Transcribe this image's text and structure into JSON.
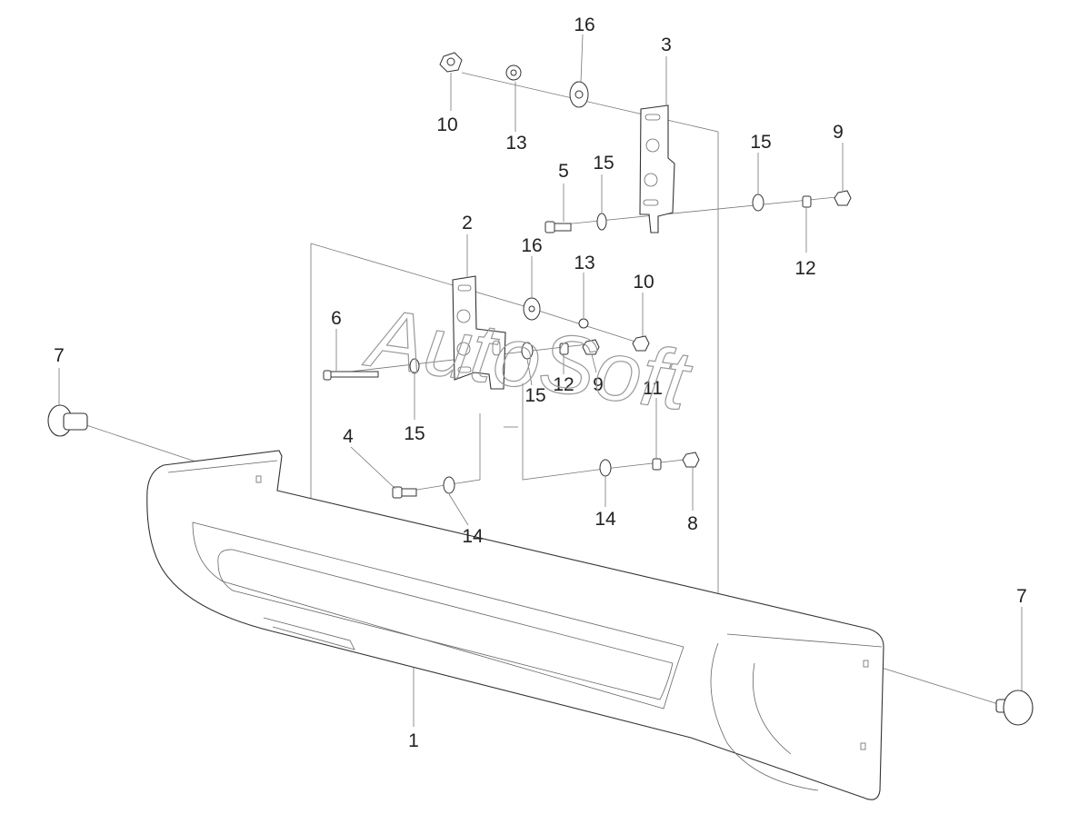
{
  "watermark": "AutoSoft",
  "callouts": [
    {
      "id": "bumper",
      "label": "1"
    },
    {
      "id": "bracket-left",
      "label": "2"
    },
    {
      "id": "bracket-right",
      "label": "3"
    },
    {
      "id": "bolt-4",
      "label": "4"
    },
    {
      "id": "bolt-5",
      "label": "5"
    },
    {
      "id": "bolt-6",
      "label": "6"
    },
    {
      "id": "clip-left",
      "label": "7"
    },
    {
      "id": "clip-right",
      "label": "7"
    },
    {
      "id": "nut-8",
      "label": "8"
    },
    {
      "id": "nut-9-lower",
      "label": "9"
    },
    {
      "id": "nut-9-upper",
      "label": "9"
    },
    {
      "id": "nut-10-lower",
      "label": "10"
    },
    {
      "id": "nut-10-upper",
      "label": "10"
    },
    {
      "id": "washer-11",
      "label": "11"
    },
    {
      "id": "washer-12-lower",
      "label": "12"
    },
    {
      "id": "washer-12-upper",
      "label": "12"
    },
    {
      "id": "washer-13-lower",
      "label": "13"
    },
    {
      "id": "washer-13-upper",
      "label": "13"
    },
    {
      "id": "washer-14-left",
      "label": "14"
    },
    {
      "id": "washer-14-right",
      "label": "14"
    },
    {
      "id": "washer-15-left",
      "label": "15"
    },
    {
      "id": "washer-15-mid",
      "label": "15"
    },
    {
      "id": "washer-15-upper-left",
      "label": "15"
    },
    {
      "id": "washer-15-upper-right",
      "label": "15"
    },
    {
      "id": "washer-16-lower",
      "label": "16"
    },
    {
      "id": "washer-16-upper",
      "label": "16"
    }
  ]
}
